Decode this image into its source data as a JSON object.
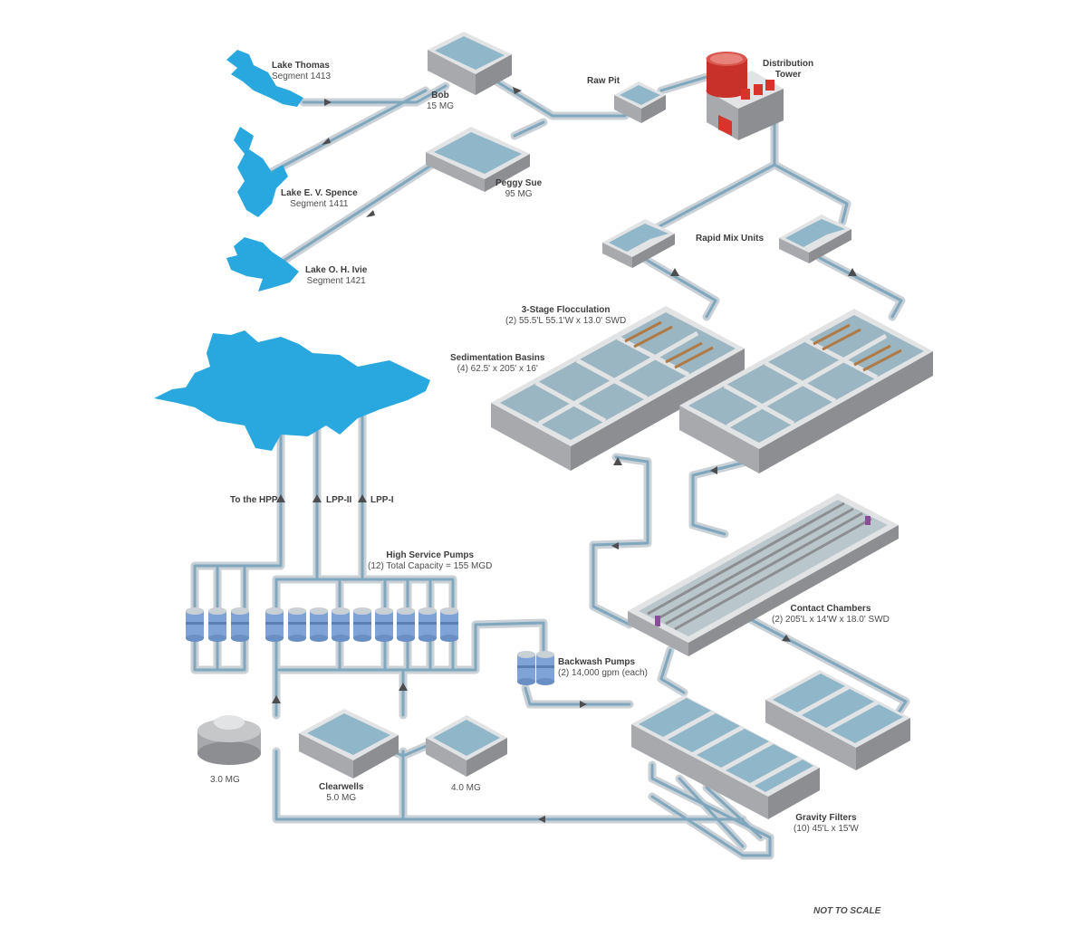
{
  "sources": [
    {
      "name": "Lake Thomas",
      "detail": "Segment 1413"
    },
    {
      "name": "Lake E. V. Spence",
      "detail": "Segment 1411"
    },
    {
      "name": "Lake O. H. Ivie",
      "detail": "Segment 1421"
    }
  ],
  "reservoirs": {
    "bob": {
      "name": "Bob",
      "capacity": "15 MG"
    },
    "peggy_sue": {
      "name": "Peggy Sue",
      "capacity": "95 MG"
    },
    "raw_pit": {
      "name": "Raw Pit"
    }
  },
  "distribution_tower": {
    "line1": "Distribution",
    "line2": "Tower"
  },
  "rapid_mix": {
    "name": "Rapid Mix Units"
  },
  "flocculation": {
    "name": "3-Stage Flocculation",
    "spec": "(2) 55.5'L 55.1'W x 13.0' SWD"
  },
  "sedimentation": {
    "name": "Sedimentation Basins",
    "spec": "(4) 62.5' x 205' x 16'"
  },
  "contact_chambers": {
    "name": "Contact Chambers",
    "spec": "(2) 205'L x 14'W x 18.0' SWD"
  },
  "gravity_filters": {
    "name": "Gravity Filters",
    "spec": "(10) 45'L x 15'W"
  },
  "backwash_pumps": {
    "name": "Backwash Pumps",
    "spec": "(2) 14,000 gpm (each)"
  },
  "high_service_pumps": {
    "name": "High Service Pumps",
    "spec": "(12) Total Capacity = 155 MGD"
  },
  "clearwells": {
    "name": "Clearwells",
    "capacity": "5.0 MG"
  },
  "clearwell_small": {
    "capacity": "4.0 MG"
  },
  "ground_tank": {
    "capacity": "3.0 MG"
  },
  "outlets": [
    {
      "label": "To the HPP"
    },
    {
      "label": "LPP-II"
    },
    {
      "label": "LPP-I"
    }
  ],
  "note": "NOT TO SCALE",
  "colors": {
    "pipe_outer": "#c9d0d6",
    "pipe_inner": "#7fa7bd",
    "water": "#8fb7c9",
    "water_light": "#a9cad8",
    "concrete_top": "#e2e3e4",
    "concrete_left": "#a7a9ac",
    "concrete_right": "#8c8e91",
    "lake": "#29a8df",
    "city": "#29a8df",
    "tower_red": "#d9342b",
    "pump_blue": "#7fa3d6",
    "arrow": "#4d4d4f"
  }
}
